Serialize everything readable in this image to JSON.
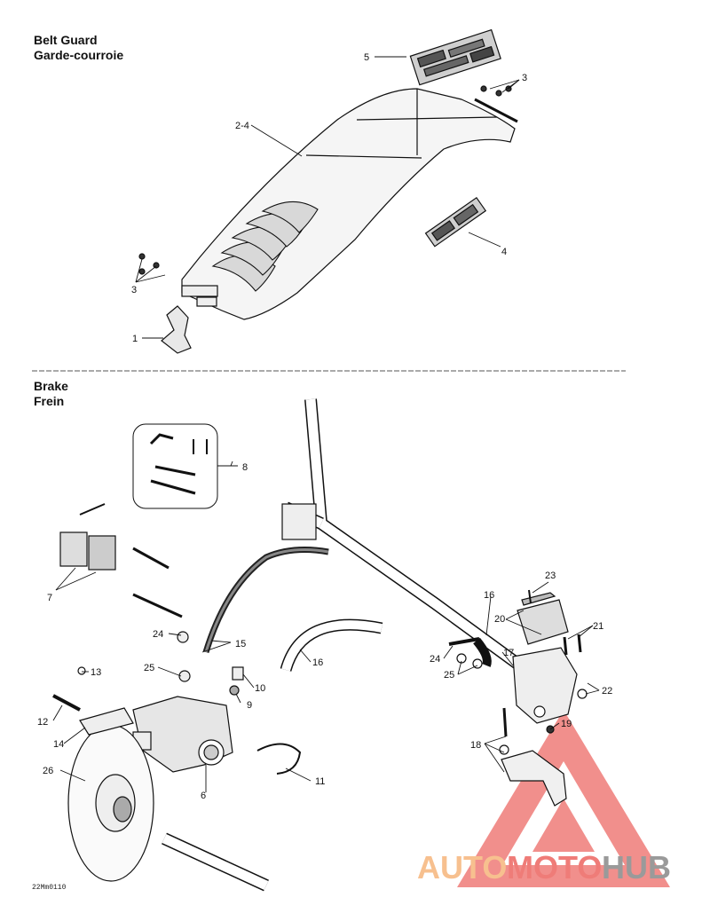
{
  "sections": {
    "belt_guard": {
      "title_en": "Belt Guard",
      "title_fr": "Garde-courroie"
    },
    "brake": {
      "title_en": "Brake",
      "title_fr": "Frein"
    }
  },
  "callouts": {
    "c1": "1",
    "c2_4": "2-4",
    "c3a": "3",
    "c3b": "3",
    "c4": "4",
    "c5": "5",
    "c6": "6",
    "c7": "7",
    "c8": "8",
    "c9": "9",
    "c10": "10",
    "c11": "11",
    "c12": "12",
    "c13": "13",
    "c14": "14",
    "c15": "15",
    "c16a": "16",
    "c16b": "16",
    "c17": "17",
    "c18": "18",
    "c19": "19",
    "c20": "20",
    "c21": "21",
    "c22": "22",
    "c23": "23",
    "c24a": "24",
    "c24b": "24",
    "c25a": "25",
    "c25b": "25",
    "c26": "26"
  },
  "figure_ref": "22Mm0110",
  "watermark": {
    "part1": "AUTO",
    "part2": "MOTO",
    "part3": "HUB"
  },
  "colors": {
    "watermark_orange": "#f7c08f",
    "watermark_red": "#ef7c78",
    "watermark_gray": "#9a9a9a",
    "line": "#111111"
  }
}
